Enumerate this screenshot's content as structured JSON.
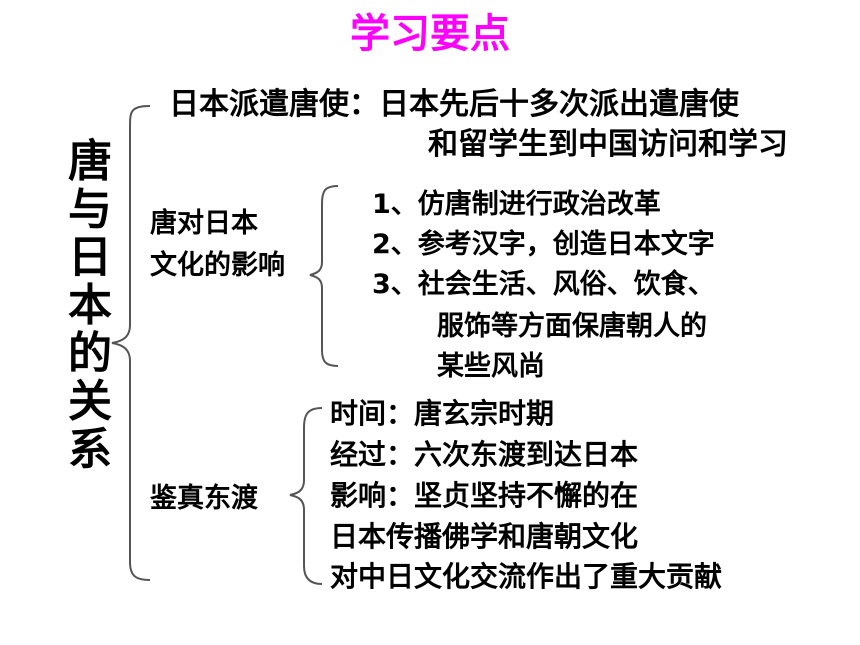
{
  "colors": {
    "title": "#ff00ff",
    "text": "#000000",
    "brace": "#555555"
  },
  "title": "学习要点",
  "vertical_title": [
    "唐",
    "与",
    "日",
    "本",
    "的",
    "关",
    "系"
  ],
  "japan_envoys": {
    "line1": "日本派遣唐使：日本先后十多次派出遣唐使",
    "line2": "和留学生到中国访问和学习"
  },
  "influence": {
    "label_line1": "唐对日本",
    "label_line2": "文化的影响",
    "items": [
      "1、仿唐制进行政治改革",
      "2、参考汉字，创造日本文字",
      "3、社会生活、风俗、饮食、",
      "服饰等方面保唐朝人的",
      "某些风尚"
    ]
  },
  "jianzhen": {
    "label": "鉴真东渡",
    "items": [
      "时间：唐玄宗时期",
      "经过：六次东渡到达日本",
      "影响：坚贞坚持不懈的在",
      "日本传播佛学和唐朝文化",
      "对中日文化交流作出了重大贡献"
    ]
  }
}
